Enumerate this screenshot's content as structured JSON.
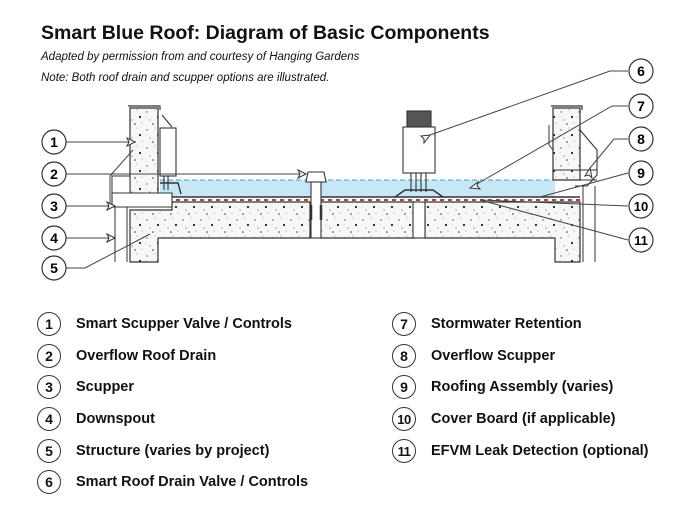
{
  "header": {
    "title": "Smart Blue Roof: Diagram of Basic Components",
    "subtitle": "Adapted by permission from and courtesy of Hanging Gardens",
    "note": "Note: Both roof drain and scupper options are illustrated."
  },
  "colors": {
    "water": "#c6e7f5",
    "water_line": "#3aa3c9",
    "membrane": "#b04040",
    "concrete": "#f7f7f7",
    "line": "#333333"
  },
  "callouts": [
    {
      "number": "1",
      "target": "smart-scupper-valve"
    },
    {
      "number": "2",
      "target": "overflow-roof-drain"
    },
    {
      "number": "3",
      "target": "scupper"
    },
    {
      "number": "4",
      "target": "downspout"
    },
    {
      "number": "5",
      "target": "structure"
    },
    {
      "number": "6",
      "target": "smart-roof-drain-valve"
    },
    {
      "number": "7",
      "target": "stormwater-retention"
    },
    {
      "number": "8",
      "target": "overflow-scupper"
    },
    {
      "number": "9",
      "target": "roofing-assembly"
    },
    {
      "number": "10",
      "target": "cover-board"
    },
    {
      "number": "11",
      "target": "efvm-leak-detection"
    }
  ],
  "legend": {
    "left": [
      {
        "number": "1",
        "label": "Smart Scupper Valve / Controls"
      },
      {
        "number": "2",
        "label": "Overflow Roof Drain"
      },
      {
        "number": "3",
        "label": "Scupper"
      },
      {
        "number": "4",
        "label": "Downspout"
      },
      {
        "number": "5",
        "label": "Structure (varies by project)"
      },
      {
        "number": "6",
        "label": "Smart Roof Drain Valve / Controls"
      }
    ],
    "right": [
      {
        "number": "7",
        "label": "Stormwater Retention"
      },
      {
        "number": "8",
        "label": "Overflow Scupper"
      },
      {
        "number": "9",
        "label": "Roofing Assembly (varies)"
      },
      {
        "number": "10",
        "label": "Cover Board (if applicable)"
      },
      {
        "number": "11",
        "label": "EFVM Leak Detection (optional)"
      }
    ]
  }
}
